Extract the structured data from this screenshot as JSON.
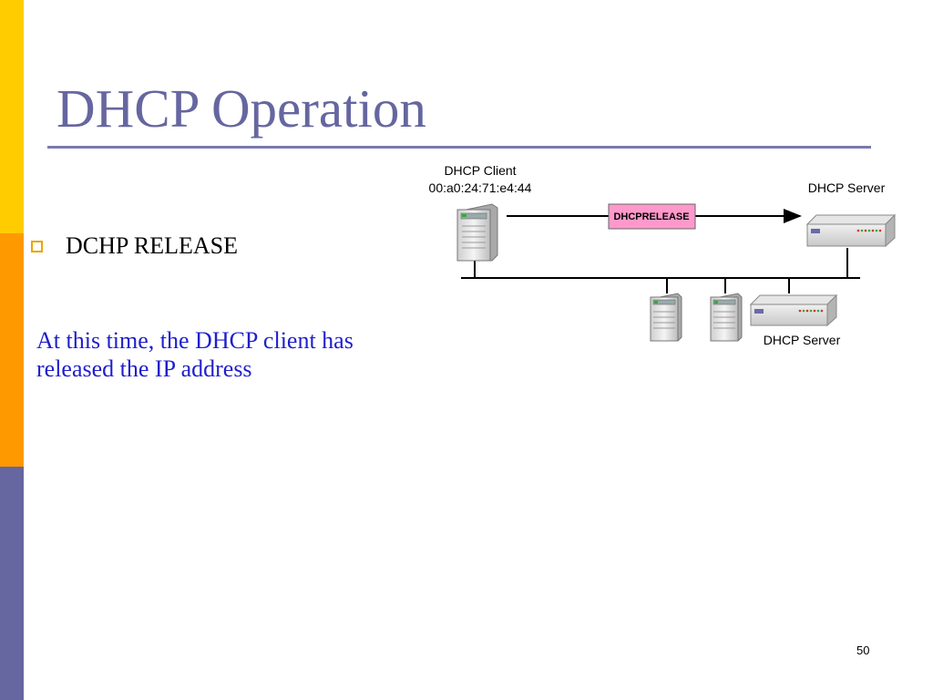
{
  "slide": {
    "title": "DHCP Operation",
    "bullet": "DCHP RELEASE",
    "note": "At this time, the DHCP client has released the IP address",
    "page_number": "50"
  },
  "diagram": {
    "client_label_line1": "DHCP Client",
    "client_label_line2": "00:a0:24:71:e4:44",
    "server_top_label": "DHCP Server",
    "server_bottom_label": "DHCP Server",
    "message_label": "DHCPRELEASE"
  },
  "colors": {
    "title": "#6666A0",
    "rule": "#7A7AAE",
    "bullet_box": "#E8A600",
    "bullet_text": "#000000",
    "note_text": "#1F1FCC",
    "sidebar_yellow": "#FFCC00",
    "sidebar_orange": "#FF9900",
    "sidebar_purple": "#6666A0",
    "message_fill": "#FF99CC"
  }
}
